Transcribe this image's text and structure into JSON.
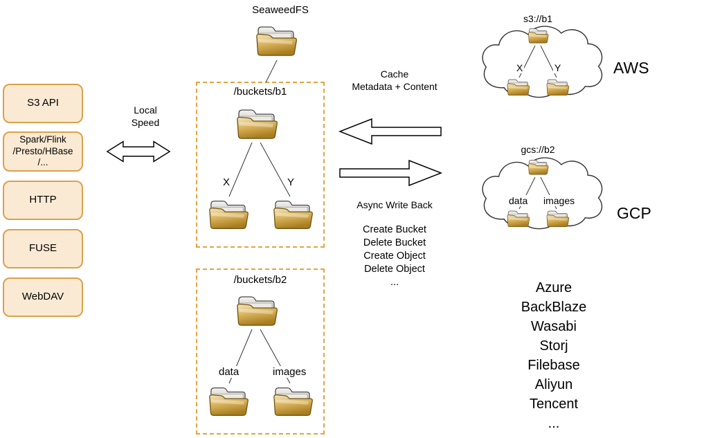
{
  "root_label": "SeaweedFS",
  "api_endpoints": [
    "S3 API",
    "Spark/Flink\n/Presto/HBase\n/...",
    "HTTP",
    "FUSE",
    "WebDAV"
  ],
  "local_link_label": "Local\nSpeed",
  "cache_arrow_label": "Cache\nMetadata + Content",
  "async_arrow_label": "Async Write Back",
  "operations": [
    "Create Bucket",
    "Delete Bucket",
    "Create Object",
    "Delete Object",
    "..."
  ],
  "local_buckets": [
    {
      "path": "/buckets/b1",
      "children": [
        "X",
        "Y"
      ]
    },
    {
      "path": "/buckets/b2",
      "children": [
        "data",
        "images"
      ]
    }
  ],
  "clouds": [
    {
      "name": "AWS",
      "remote": "s3://b1",
      "children": [
        "X",
        "Y"
      ]
    },
    {
      "name": "GCP",
      "remote": "gcs://b2",
      "children": [
        "data",
        "images"
      ]
    }
  ],
  "other_providers": [
    "Azure",
    "BackBlaze",
    "Wasabi",
    "Storj",
    "Filebase",
    "Aliyun",
    "Tencent",
    "..."
  ],
  "colors": {
    "api_box_fill": "#fbead3",
    "api_box_border": "#dca04a",
    "dashed_border": "#e7a23c",
    "folder_gold": "#d9b25c"
  }
}
